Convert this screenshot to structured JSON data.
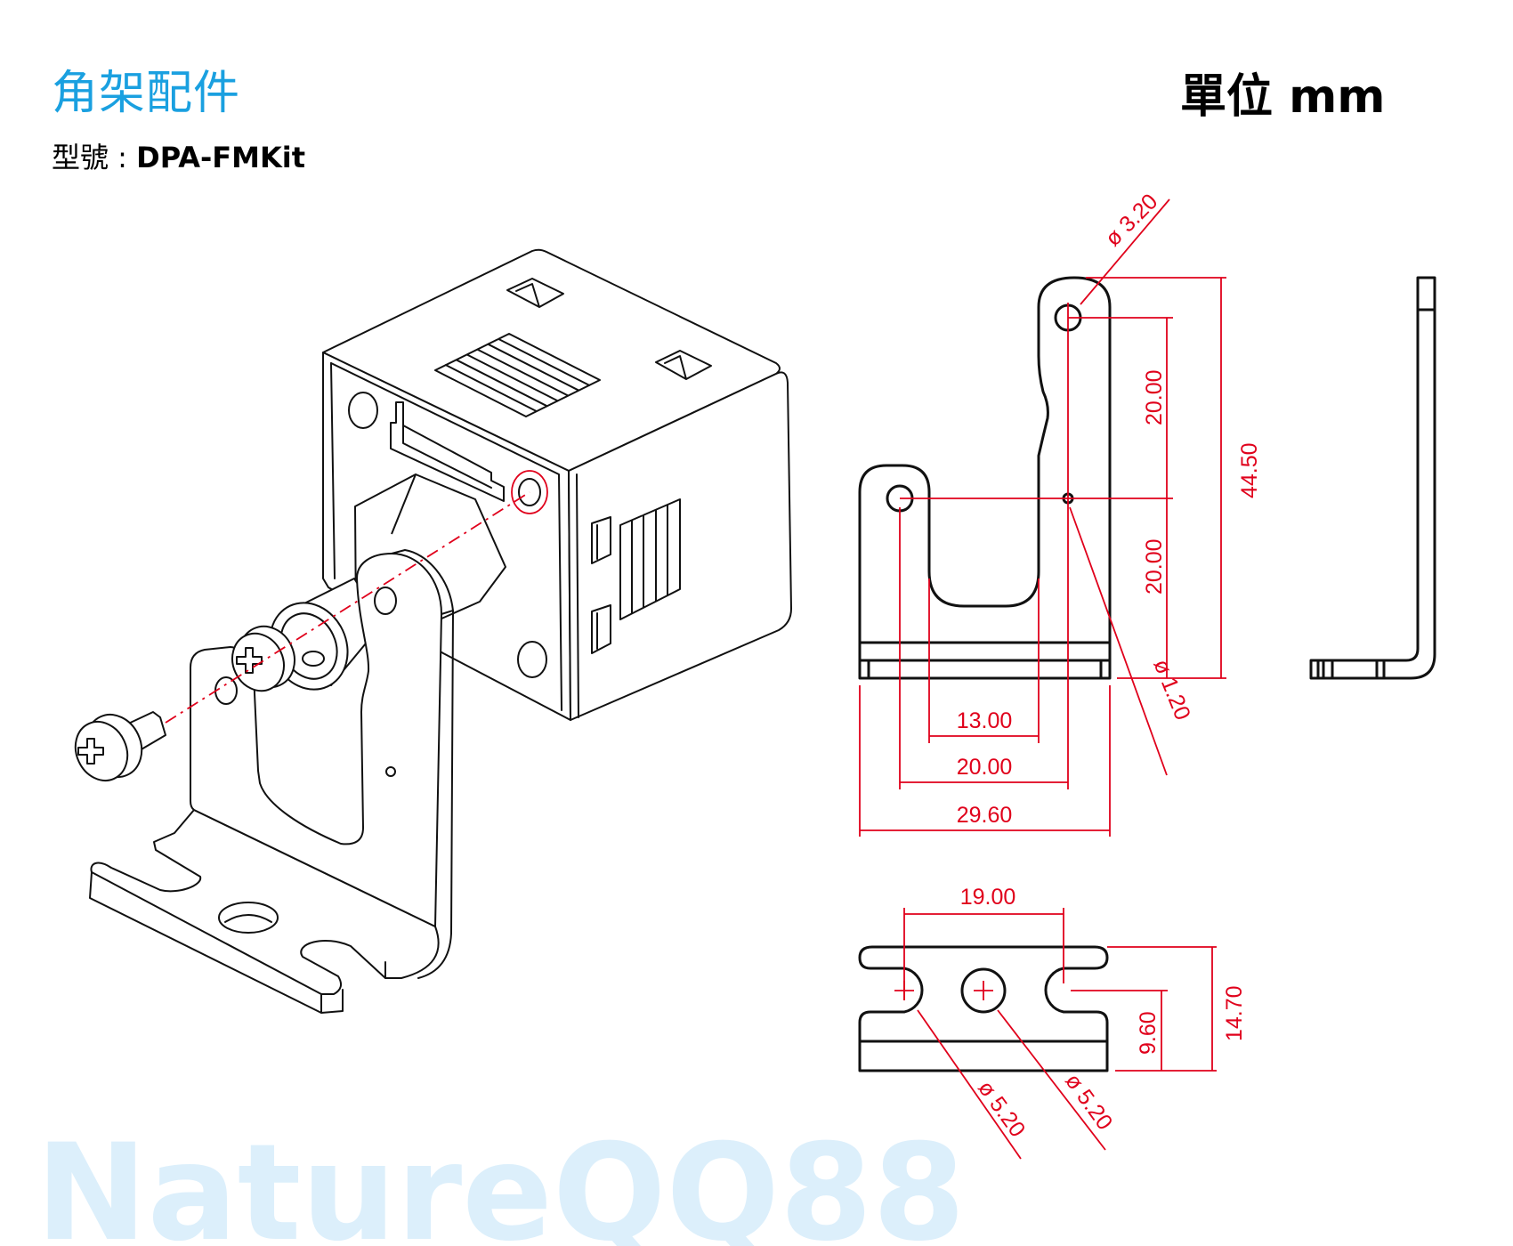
{
  "header": {
    "title": "角架配件",
    "model_label": "型號 : ",
    "model_value": "DPA-FMKit",
    "units": "單位 mm"
  },
  "watermark": "NatureQQ88",
  "front_view": {
    "dim_hole_top": "ø 3.20",
    "dim_upper": "20.00",
    "dim_lower": "20.00",
    "dim_height": "44.50",
    "dim_small_hole": "ø 1.20",
    "dim_slot_width": "13.00",
    "dim_hole_spacing": "20.00",
    "dim_width": "29.60"
  },
  "bottom_view": {
    "dim_slot_spacing": "19.00",
    "dim_depth": "14.70",
    "dim_hole_offset": "9.60",
    "dim_slot_dia": "ø 5.20",
    "dim_hole_dia": "ø 5.20"
  },
  "colors": {
    "title": "#1aa0e0",
    "dimension": "#e0001b",
    "watermark": "#dcefFb"
  }
}
